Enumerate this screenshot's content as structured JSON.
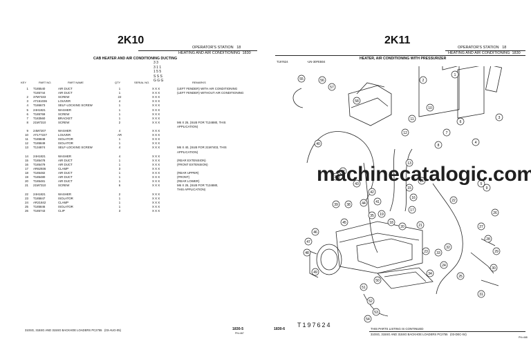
{
  "left": {
    "page_code": "2K10",
    "header": {
      "station": "OPERATOR'S STATION",
      "station_num": "18",
      "section": "HEATING AND AIR CONDITIONING",
      "section_num": "1830"
    },
    "section_title": "CAB HEATER AND AIR CONDITIONING DUCTING",
    "serial_header": [
      "3 3",
      "3 1 1",
      "1 5 5",
      "S S S",
      "G G G"
    ],
    "columns": {
      "key": "KEY",
      "part": "PART NO.",
      "name": "PART NAME",
      "qty": "QTY",
      "serial": "SERIAL NO.",
      "remarks": "REMARKS"
    },
    "rows": [
      {
        "key": "1",
        "part": "T185540",
        "name": "AIR DUCT",
        "qty": "1",
        "serial": "X X X",
        "remarks": "(LEFT FENDER) WITH AIR CONDITIONING"
      },
      {
        "key": "",
        "part": "T185744",
        "name": "AIR DUCT",
        "qty": "1",
        "serial": "X X X",
        "remarks": "(LEFT FENDER) WITHOUT AIR CONDITIONING"
      },
      {
        "key": "2",
        "part": "37M7333",
        "name": "SCREW",
        "qty": "22",
        "serial": "X X X",
        "remarks": ""
      },
      {
        "key": "3",
        "part": "AT151036",
        "name": "LOUVER",
        "qty": "4",
        "serial": "X X X",
        "remarks": ""
      },
      {
        "key": "4",
        "part": "T186673",
        "name": "SELF-LOCKING SCREW",
        "qty": "1",
        "serial": "X X X",
        "remarks": ""
      },
      {
        "key": "5",
        "part": "24H1821",
        "name": "WASHER",
        "qty": "1",
        "serial": "X X X",
        "remarks": ""
      },
      {
        "key": "6",
        "part": "T185769",
        "name": "SCREW",
        "qty": "1",
        "serial": "X X X",
        "remarks": ""
      },
      {
        "key": "7",
        "part": "T183560",
        "name": "BRACKET",
        "qty": "1",
        "serial": "X X X",
        "remarks": ""
      },
      {
        "key": "8",
        "part": "21M7310",
        "name": "SCREW",
        "qty": "2",
        "serial": "X X X",
        "remarks": "M6 X 25, (SUB FOR T134880, THIS"
      },
      {
        "key": "",
        "part": "",
        "name": "",
        "qty": "",
        "serial": "",
        "remarks": "APPLICATION)"
      },
      {
        "key": "9",
        "part": "24M7207",
        "name": "WASHER",
        "qty": "4",
        "serial": "X X X",
        "remarks": ""
      },
      {
        "key": "10",
        "part": "AT177227",
        "name": "LOUVER",
        "qty": "AR",
        "serial": "X X X",
        "remarks": ""
      },
      {
        "key": "11",
        "part": "T185848",
        "name": "ISOLATOR",
        "qty": "1",
        "serial": "X X X",
        "remarks": ""
      },
      {
        "key": "12",
        "part": "T185849",
        "name": "ISOLATOR",
        "qty": "1",
        "serial": "X X X",
        "remarks": ""
      },
      {
        "key": "13",
        "part": "T134874",
        "name": "SELF-LOCKING SCREW",
        "qty": "4",
        "serial": "X X X",
        "remarks": "M6 X 40, (SUB FOR 21M7403, THIS"
      },
      {
        "key": "",
        "part": "",
        "name": "",
        "qty": "",
        "serial": "",
        "remarks": "APPLICATION)"
      },
      {
        "key": "14",
        "part": "24H1821",
        "name": "WASHER",
        "qty": "4",
        "serial": "X X X",
        "remarks": ""
      },
      {
        "key": "15",
        "part": "T185478",
        "name": "AIR DUCT",
        "qty": "1",
        "serial": "X X X",
        "remarks": "(REAR EXTENSION)"
      },
      {
        "key": "16",
        "part": "T185479",
        "name": "AIR DUCT",
        "qty": "1",
        "serial": "X X X",
        "remarks": "(FRONT EXTENSION)"
      },
      {
        "key": "17",
        "part": "AR62936",
        "name": "CLAMP",
        "qty": "3",
        "serial": "X X X",
        "remarks": ""
      },
      {
        "key": "18",
        "part": "T185482",
        "name": "AIR DUCT",
        "qty": "1",
        "serial": "X X X",
        "remarks": "(REAR UPPER)"
      },
      {
        "key": "19",
        "part": "T185480",
        "name": "AIR DUCT",
        "qty": "1",
        "serial": "X X X",
        "remarks": "(FRONT)"
      },
      {
        "key": "20",
        "part": "T185481",
        "name": "AIR DUCT",
        "qty": "1",
        "serial": "X X X",
        "remarks": "(REAR LOWER)"
      },
      {
        "key": "21",
        "part": "21M7310",
        "name": "SCREW",
        "qty": "6",
        "serial": "X X X",
        "remarks": "M6 X 25, (SUB FOR T134880,"
      },
      {
        "key": "",
        "part": "",
        "name": "",
        "qty": "",
        "serial": "",
        "remarks": "THIS APPLICATION)"
      },
      {
        "key": "22",
        "part": "24H1821",
        "name": "WASHER",
        "qty": "2",
        "serial": "X X X",
        "remarks": ""
      },
      {
        "key": "23",
        "part": "T185847",
        "name": "ISOLATOR",
        "qty": "1",
        "serial": "X X X",
        "remarks": ""
      },
      {
        "key": "24",
        "part": "AR21842",
        "name": "CLAMP",
        "qty": "1",
        "serial": "X X X",
        "remarks": ""
      },
      {
        "key": "25",
        "part": "T185846",
        "name": "ISOLATOR",
        "qty": "1",
        "serial": "X X X",
        "remarks": ""
      },
      {
        "key": "26",
        "part": "T185743",
        "name": "CLIP",
        "qty": "3",
        "serial": "X X X",
        "remarks": ""
      }
    ],
    "footer": {
      "models": "310SG, 315SG AND 315SG BACKHOE LOADERS  PC2755",
      "date": "(03-AUG-05)",
      "page": "1830-5",
      "sub": "PN=467"
    }
  },
  "right": {
    "page_code": "2K11",
    "header": {
      "station": "OPERATOR'S STATION",
      "station_num": "18",
      "section": "HEATING AND AIR CONDITIONING",
      "section_num": "1830"
    },
    "section_title": "HEATER, AIR CONDITIONING WITH PRESSURIZER",
    "ref_left": "T197624",
    "ref_mid": "-UN-30FEB04",
    "drawing_label": "T197624",
    "watermark": "machinecatalogic.com",
    "callouts": [
      "1",
      "2",
      "3",
      "4",
      "5",
      "6",
      "7",
      "8",
      "9",
      "10",
      "11",
      "12",
      "13",
      "14",
      "15",
      "16",
      "17",
      "18",
      "19",
      "20",
      "21",
      "22",
      "23",
      "24",
      "25",
      "26",
      "27",
      "28",
      "29",
      "30",
      "31",
      "32",
      "33",
      "34",
      "35",
      "36",
      "37",
      "38",
      "39",
      "40",
      "41",
      "42",
      "43",
      "44",
      "45",
      "46",
      "47",
      "48",
      "49",
      "50",
      "51",
      "52",
      "53",
      "54",
      "55",
      "56",
      "57",
      "58"
    ],
    "footer": {
      "page": "1830-6",
      "continued": "THIS PARTS LISTING IS CONTINUED",
      "models": "310SG, 315SG AND 315SG BACKHOE LOADERS  PC2755",
      "date": "(03-DEC-04)",
      "sub": "PN=468"
    }
  }
}
